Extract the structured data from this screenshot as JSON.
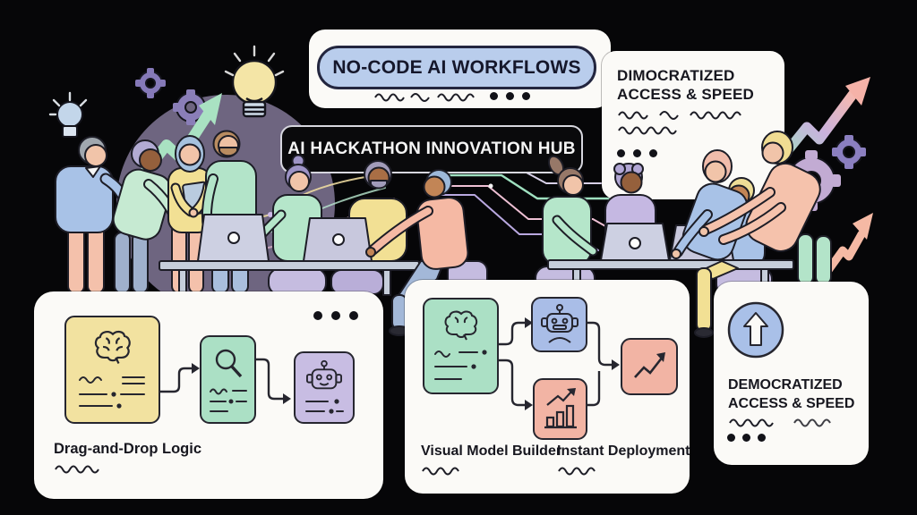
{
  "header": {
    "pill_label": "NO-CODE AI WORKFLOWS",
    "banner_title": "AI HACKATHON INNOVATION HUB"
  },
  "top_right_card": {
    "title_line1": "DIMOCRATIZED",
    "title_line2": "ACCESS & SPEED"
  },
  "bottom_left_card": {
    "label": "Drag-and-Drop Logic",
    "flow_icons": [
      "brain-icon",
      "magnifier-icon",
      "robot-icon"
    ]
  },
  "bottom_center_card": {
    "label_left": "Visual Model Builder",
    "label_right": "Instant Deployment",
    "flow_icons": [
      "brain-icon",
      "robot-icon",
      "bar-chart-icon",
      "trend-arrow-icon"
    ]
  },
  "bottom_right_card": {
    "title_line1": "DEMOCRATIZED",
    "title_line2": "ACCESS & SPEED",
    "icon": "up-arrow-icon"
  },
  "palette": {
    "background": "#060608",
    "card": "#fbfaf7",
    "pill_blue": "#b9cdec",
    "node_yellow": "#f2e2a0",
    "node_green": "#abe0c5",
    "node_purple": "#c8bde3",
    "node_blue": "#a9bde7",
    "node_pink": "#f2b4a4",
    "outline": "#1d1d26",
    "circuit_green": "#9fe0c0",
    "circuit_pink": "#eec0d4",
    "circuit_purple": "#b9a8e0"
  }
}
